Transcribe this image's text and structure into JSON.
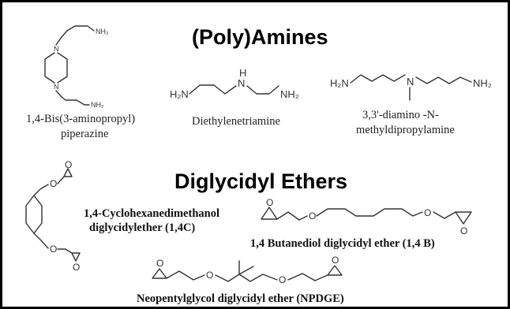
{
  "headings": {
    "amines": "(Poly)Amines",
    "ethers": "Diglycidyl Ethers"
  },
  "atoms": {
    "nh2": "NH₂",
    "h2n": "H₂N",
    "nh2_small": "NH₂",
    "n": "N",
    "h": "H",
    "o": "O"
  },
  "compounds": {
    "bapp_line1": "1,4-Bis(3-aminopropyl)",
    "bapp_line2": "piperazine",
    "deta": "Diethylenetriamine",
    "ddmpa_line1": "3,3'-diamino -N-",
    "ddmpa_line2": "methyldipropylamine",
    "chdm_line1": "1,4-Cyclohexanedimethanol",
    "chdm_line2": "diglycidylether (1,4C)",
    "bdde": "1,4 Butanediol diglycidyl ether (1,4 B)",
    "npdge": "Neopentylglycol diglycidyl ether (NPDGE)"
  }
}
